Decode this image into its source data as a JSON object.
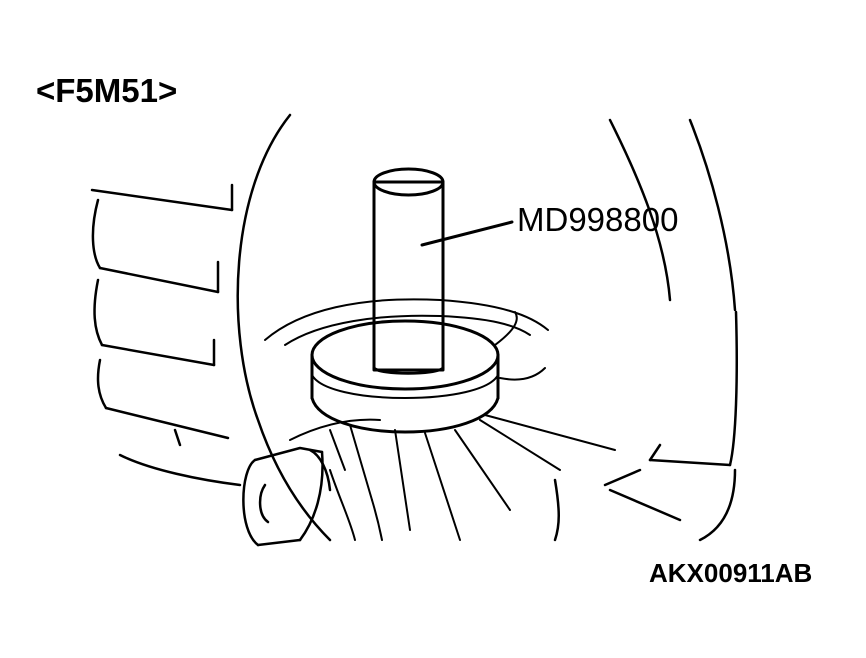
{
  "labels": {
    "model_heading": "<F5M51>",
    "tool_callout": "MD998800",
    "figure_code": "AKX00911AB"
  },
  "colors": {
    "line": "#000000",
    "background": "#ffffff"
  }
}
